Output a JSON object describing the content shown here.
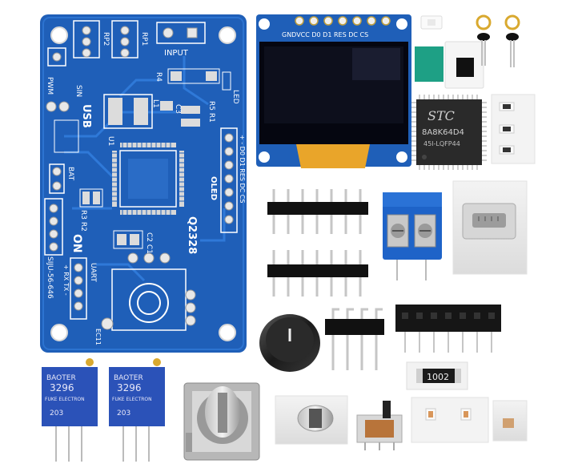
{
  "pcb": {
    "label_pwm": "PWM",
    "label_sin": "SIN",
    "label_usb": "USB",
    "label_bat": "BAT",
    "label_on": "ON",
    "label_input": "INPUT",
    "label_rp1": "RP1",
    "label_rp2": "RP2",
    "label_r4": "R4",
    "label_led": "LED",
    "label_r5r1": "R5 R1",
    "label_c3": "C3",
    "label_u1": "U1",
    "label_l1": "L1",
    "label_r3r2": "R3 R2",
    "label_c2c1": "C2 C1",
    "label_oled": "OLED",
    "label_oled_pins": "+ - D0 D1 RES DC CS",
    "label_uart": "UART",
    "label_uart_pins": "+ RX TX -",
    "label_model": "Q2328",
    "label_version": "SIJU-56-646",
    "label_ec11": "EC11"
  },
  "oled": {
    "pin_labels": "GNDVCC D0  D1 RES DC CS"
  },
  "chip": {
    "brand": "STC",
    "part": "8A8K64D4",
    "package": "45I-LQFP44"
  },
  "resistor": {
    "code": "1002"
  },
  "trimmer": {
    "brand": "BAOTER",
    "model": "3296",
    "sub": "FUKE ELECTRON",
    "value": "203"
  },
  "colors": {
    "pcb_blue": "#1f5fb8",
    "pcb_trace": "#2c73d0",
    "oled_screen": "#0d0f1c",
    "terminal_blue": "#1e63c8",
    "gold": "#d9a92f"
  }
}
